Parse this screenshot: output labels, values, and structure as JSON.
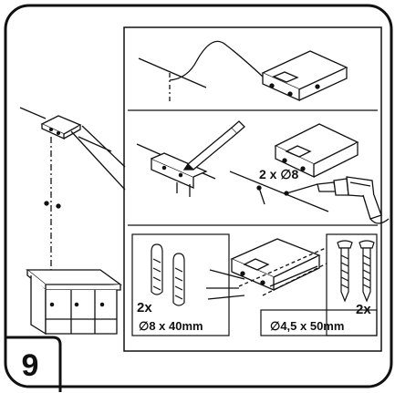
{
  "step": {
    "number": "9"
  },
  "drill_step": {
    "hole_label": "2 x ∅8"
  },
  "plugs": {
    "qty_label": "2x",
    "size_label": "∅8 x 40mm"
  },
  "screws": {
    "qty_label": "2x",
    "size_label": "∅4,5 x 50mm"
  },
  "colors": {
    "line": "#111111",
    "background": "#ffffff"
  }
}
